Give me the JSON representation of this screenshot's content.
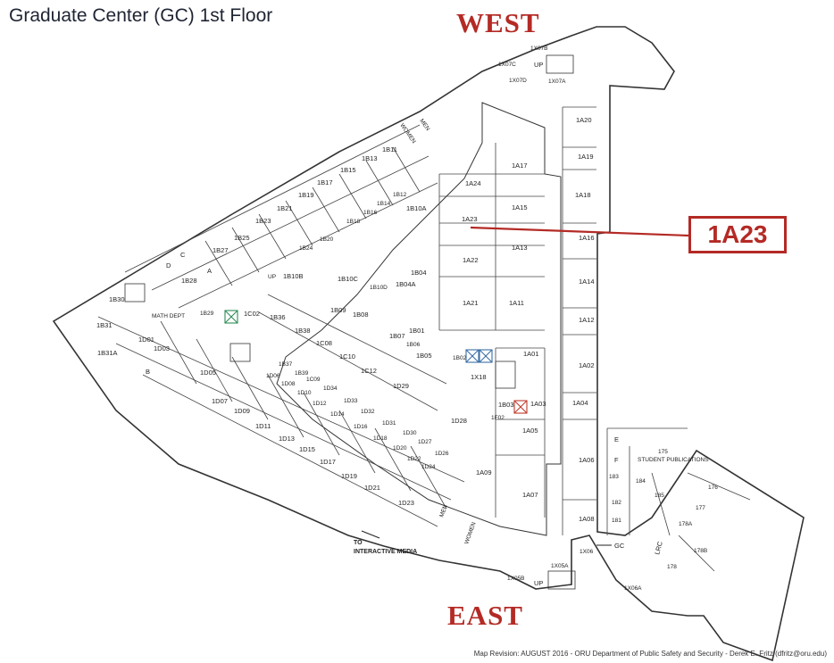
{
  "map": {
    "title": "Graduate Center (GC) 1st Floor",
    "west_label": "WEST",
    "east_label": "EAST",
    "highlighted_room": "1A23",
    "revision": "Map Revision: AUGUST 2016 - ORU Department of Public Safety and Security - Derek E. Fritz (dfritz@oru.edu)",
    "destination": [
      "TO",
      "INTERACTIVE MEDIA"
    ],
    "entrance": "GC",
    "rooms": [
      "1A24",
      "1A17",
      "1A23",
      "1A15",
      "1A22",
      "1A13",
      "1A21",
      "1A11",
      "1A20",
      "1A19",
      "1A18",
      "1A16",
      "1A14",
      "1A12",
      "1A02",
      "1A04",
      "1A06",
      "1A08",
      "1A01",
      "1A03",
      "1A05",
      "1A07",
      "1A09",
      "1B04",
      "1B04A",
      "1B10A",
      "1B10B",
      "1B10C",
      "1B10D",
      "1B11",
      "1B12",
      "1B13",
      "1B14",
      "1B15",
      "1B16",
      "1B17",
      "1B18",
      "1B19",
      "1B20",
      "1B21",
      "1B23",
      "1B24",
      "1B25",
      "1B27",
      "1B28",
      "1B29",
      "1B30",
      "1B31",
      "1B31A",
      "1B36",
      "1B37",
      "1B38",
      "1B39",
      "1B01",
      "1B02",
      "1B03",
      "1B05",
      "1B06",
      "1B07",
      "1B08",
      "1B09",
      "1C02",
      "1C08",
      "1C09",
      "1C10",
      "1C12",
      "1D01",
      "1D03",
      "1D05",
      "1D06",
      "1D07",
      "1D08",
      "1D09",
      "1D10",
      "1D11",
      "1D12",
      "1D13",
      "1D14",
      "1D15",
      "1D16",
      "1D17",
      "1D18",
      "1D19",
      "1D20",
      "1D21",
      "1D22",
      "1D23",
      "1D24",
      "1D26",
      "1D27",
      "1D28",
      "1D29",
      "1D30",
      "1D31",
      "1D32",
      "1D33",
      "1D34",
      "1X07A",
      "1X07B",
      "1X07C",
      "1X07D",
      "1X06",
      "1X06A",
      "1X05A",
      "1X05B",
      "1X18",
      "1F02",
      "175",
      "176",
      "177",
      "178",
      "178A",
      "178B",
      "181",
      "182",
      "183",
      "184",
      "185",
      "A",
      "B",
      "C",
      "D",
      "E",
      "F"
    ],
    "restrooms": [
      "MEN",
      "WOMEN"
    ],
    "stair_label": "UP",
    "misc": [
      "STUDENT PUBLICATIONS",
      "MATH DEPT",
      "LRC"
    ]
  }
}
